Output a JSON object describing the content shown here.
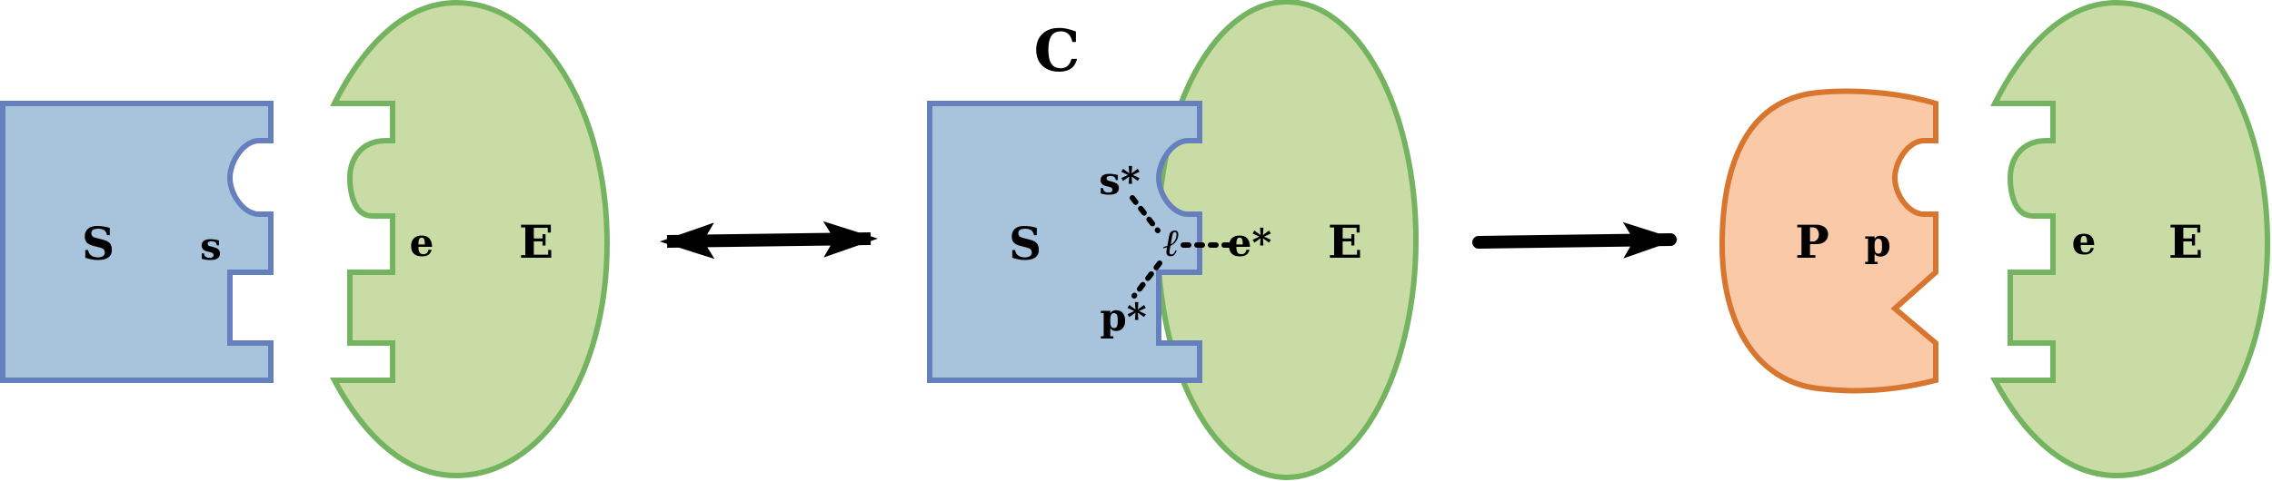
{
  "colors": {
    "substrate_fill": "#a7c4dc",
    "substrate_stroke": "#6680bd",
    "enzyme_fill": "#c9dca5",
    "enzyme_stroke": "#74b460",
    "product_fill": "#fac9a7",
    "product_stroke": "#d8752f",
    "arrow": "#000000"
  },
  "stage1": {
    "substrate": "S",
    "site_s": "s",
    "site_e": "e",
    "enzyme": "E"
  },
  "stage2": {
    "complex_label": "C",
    "substrate": "S",
    "s_star": "s*",
    "p_star": "p*",
    "ell": "ℓ",
    "e_star": "e*",
    "enzyme": "E"
  },
  "stage3": {
    "product": "P",
    "site_p": "p",
    "site_e": "e",
    "enzyme": "E"
  },
  "arrows": {
    "first": "reversible",
    "second": "forward"
  }
}
